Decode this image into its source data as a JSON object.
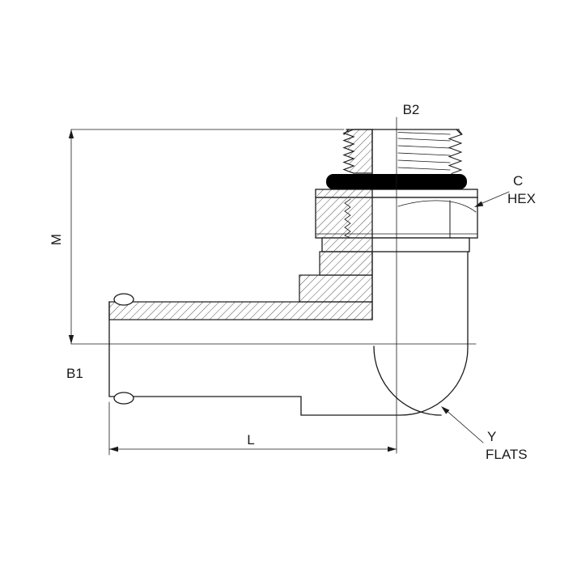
{
  "labels": {
    "b2": "B2",
    "m": "M",
    "b1": "B1",
    "l": "L",
    "c": "C",
    "hex": "HEX",
    "y": "Y",
    "flats": "FLATS"
  },
  "colors": {
    "line": "#1a1a1a",
    "background": "#ffffff",
    "o_ring": "#000000"
  }
}
